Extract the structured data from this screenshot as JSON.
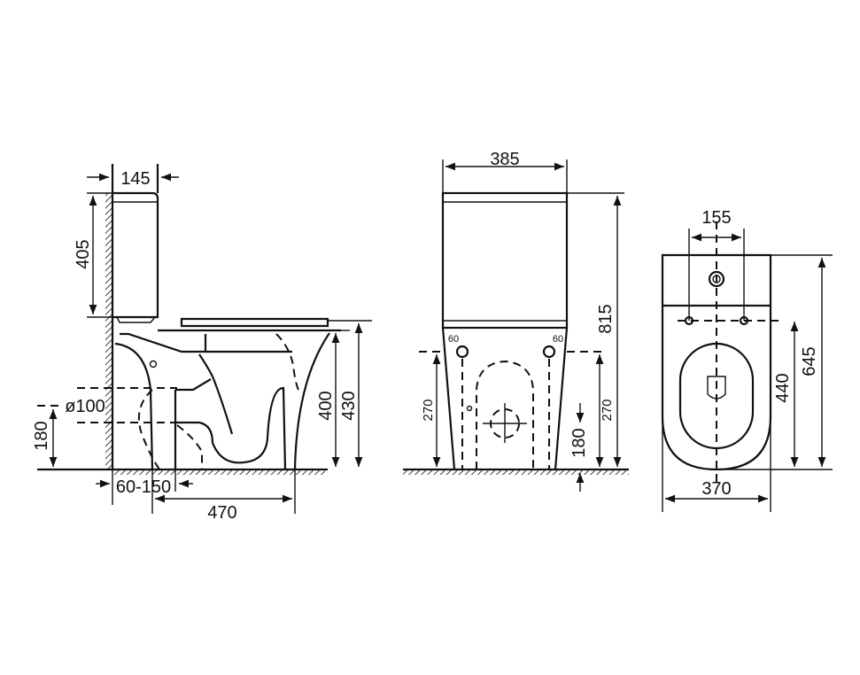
{
  "side_view": {
    "tank_depth": "145",
    "tank_height": "405",
    "pipe_diameter": "ø100",
    "pipe_height": "180",
    "wall_offset": "60-150",
    "length": "470",
    "seat_height": "400",
    "overall_seat_height": "430"
  },
  "front_view": {
    "width": "385",
    "overall_height": "815",
    "hole_height_left": "270",
    "hole_height_right": "270",
    "hole_offset_left": "60",
    "hole_offset_right": "60",
    "outlet_height": "180"
  },
  "top_view": {
    "hole_spacing": "155",
    "depth": "645",
    "hole_to_front": "440",
    "width": "370"
  }
}
